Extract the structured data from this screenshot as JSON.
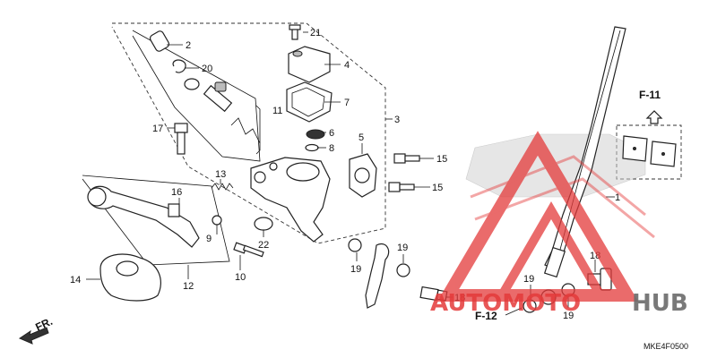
{
  "diagram_code": "MKE4F0500",
  "callouts": [
    {
      "id": "c1",
      "text": "1"
    },
    {
      "id": "c2",
      "text": "2"
    },
    {
      "id": "c3",
      "text": "3"
    },
    {
      "id": "c4",
      "text": "4"
    },
    {
      "id": "c5",
      "text": "5"
    },
    {
      "id": "c6",
      "text": "6"
    },
    {
      "id": "c7",
      "text": "7"
    },
    {
      "id": "c8",
      "text": "8"
    },
    {
      "id": "c9",
      "text": "9"
    },
    {
      "id": "c10",
      "text": "10"
    },
    {
      "id": "c11",
      "text": "11"
    },
    {
      "id": "c12",
      "text": "12"
    },
    {
      "id": "c13",
      "text": "13"
    },
    {
      "id": "c14",
      "text": "14"
    },
    {
      "id": "c15a",
      "text": "15"
    },
    {
      "id": "c15b",
      "text": "15"
    },
    {
      "id": "c16",
      "text": "16"
    },
    {
      "id": "c17",
      "text": "17"
    },
    {
      "id": "c18a",
      "text": "18"
    },
    {
      "id": "c18b",
      "text": "18"
    },
    {
      "id": "c19a",
      "text": "19"
    },
    {
      "id": "c19b",
      "text": "19"
    },
    {
      "id": "c19c",
      "text": "19"
    },
    {
      "id": "c19d",
      "text": "19"
    },
    {
      "id": "c20",
      "text": "20"
    },
    {
      "id": "c21",
      "text": "21"
    },
    {
      "id": "c22",
      "text": "22"
    }
  ],
  "references": {
    "f11": "F-11",
    "f12": "F-12",
    "front": "FR."
  },
  "watermark": {
    "part1": "AUTOMOTO",
    "part2": "HUB",
    "color_red": "#e43a3a",
    "color_gray": "#6b6b6b"
  }
}
